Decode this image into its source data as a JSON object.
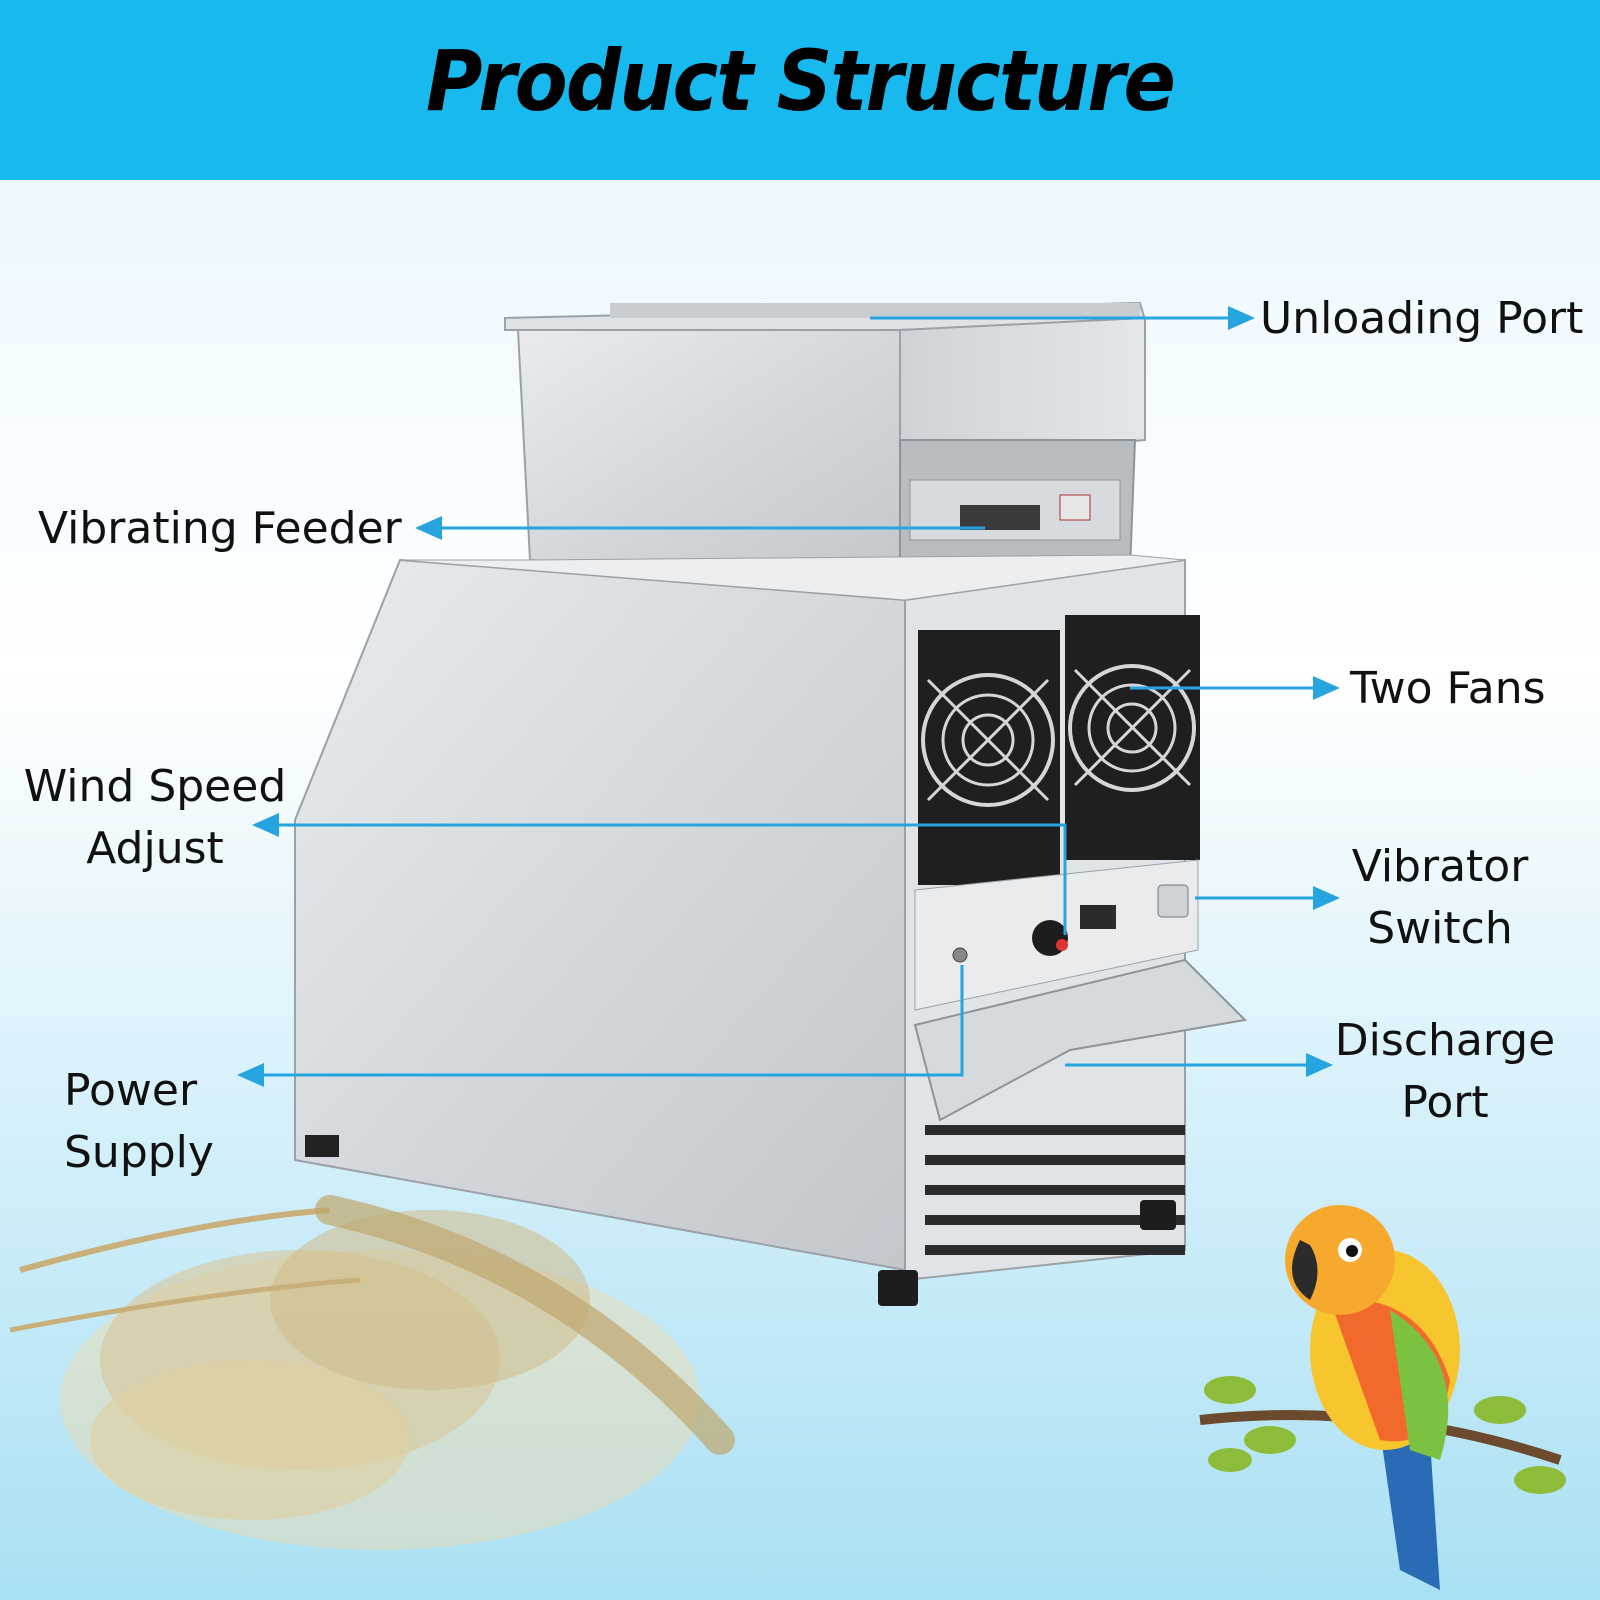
{
  "title": "Product Structure",
  "accent_color": "#18b9ee",
  "leader_color": "#26a4e0",
  "labels": {
    "unloading_port": "Unloading Port",
    "vibrating_feeder": "Vibrating Feeder",
    "two_fans": "Two Fans",
    "wind_speed": {
      "line1": "Wind Speed",
      "line2": "Adjust"
    },
    "vibrator_switch": {
      "line1": "Vibrator",
      "line2": "Switch"
    },
    "discharge_port": {
      "line1": "Discharge",
      "line2": "Port"
    },
    "power_supply": {
      "line1": "Power",
      "line2": "Supply"
    }
  },
  "icons": [
    "fan-grille-icon",
    "knob-icon",
    "rocker-switch-icon",
    "power-socket-icon",
    "parrot-illustration",
    "wheat-illustration"
  ]
}
